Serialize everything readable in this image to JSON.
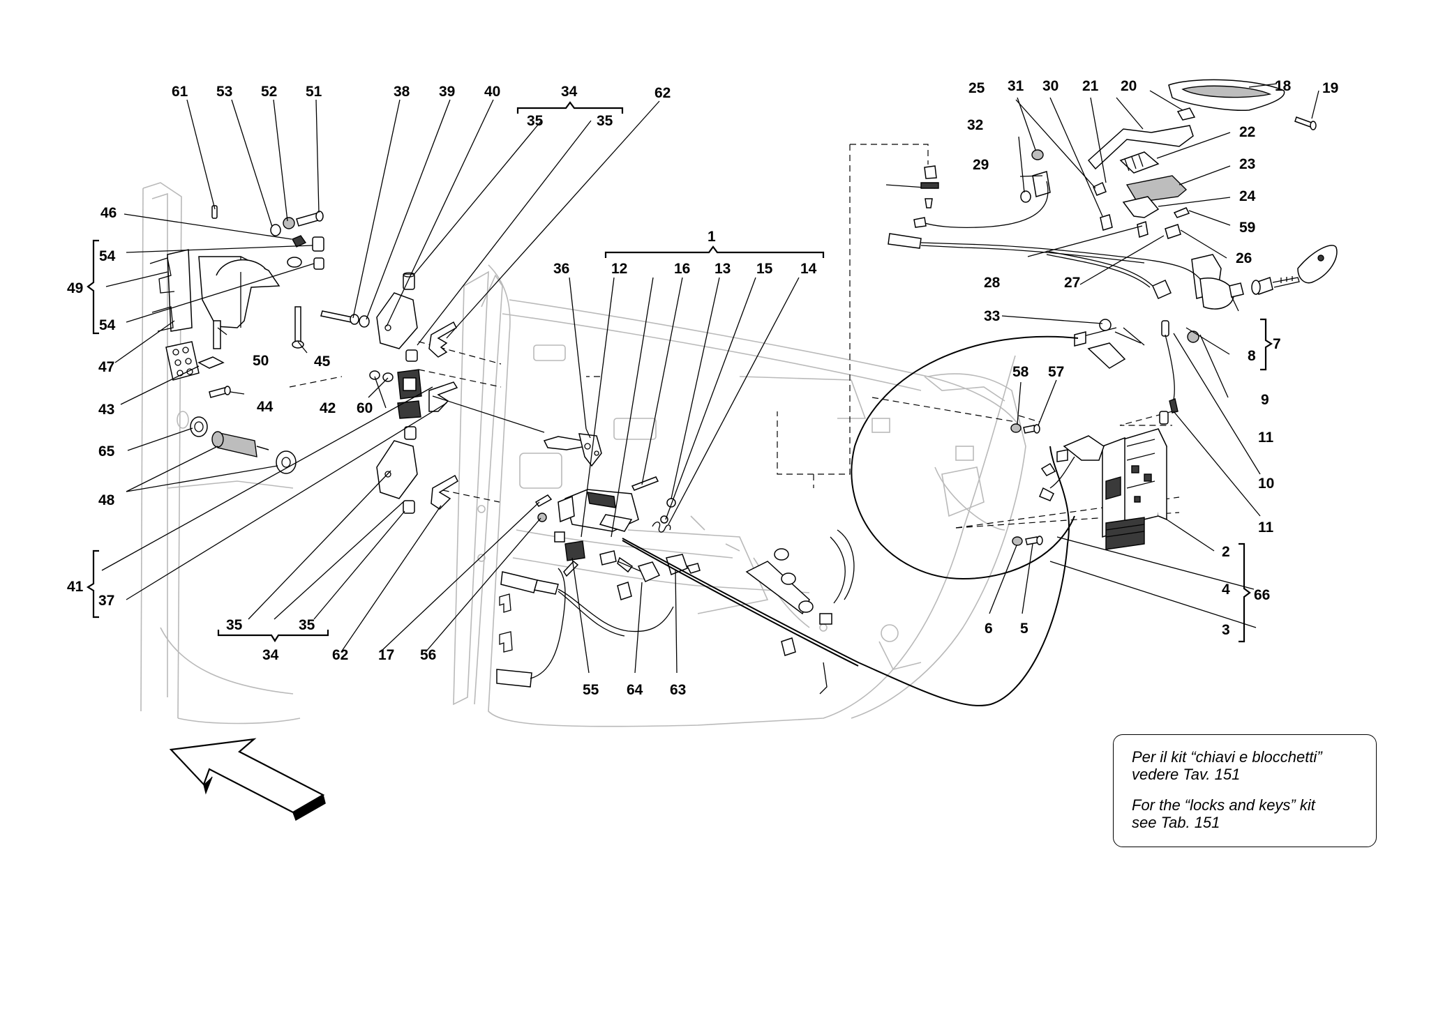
{
  "note": {
    "it_line1": "Per il kit “chiavi e blocchetti”",
    "it_line2": "vedere Tav. 151",
    "en_line1": "For the “locks and keys” kit",
    "en_line2": "see Tab. 151"
  },
  "labels": {
    "l61": "61",
    "l53": "53",
    "l52": "52",
    "l51": "51",
    "l46": "46",
    "l54a": "54",
    "l49": "49",
    "l54b": "54",
    "l47": "47",
    "l50": "50",
    "l45": "45",
    "l43": "43",
    "l44": "44",
    "l65": "65",
    "l48": "48",
    "l41": "41",
    "l37": "37",
    "l35a": "35",
    "l35b": "35",
    "l34b": "34",
    "l38": "38",
    "l39": "39",
    "l40": "40",
    "l34t": "34",
    "l35c": "35",
    "l35d": "35",
    "l62a": "62",
    "l42": "42",
    "l60": "60",
    "l62b": "62",
    "l17": "17",
    "l56": "56",
    "l36": "36",
    "l12": "12",
    "l16": "16",
    "l13": "13",
    "l15": "15",
    "l14": "14",
    "l1": "1",
    "l55": "55",
    "l64": "64",
    "l63": "63",
    "l25": "25",
    "l31": "31",
    "l30": "30",
    "l21": "21",
    "l20": "20",
    "l18": "18",
    "l19": "19",
    "l32": "32",
    "l29": "29",
    "l22": "22",
    "l23": "23",
    "l24": "24",
    "l59": "59",
    "l26": "26",
    "l28": "28",
    "l27": "27",
    "l33": "33",
    "l7": "7",
    "l8": "8",
    "l9": "9",
    "l11a": "11",
    "l10": "10",
    "l11b": "11",
    "l58": "58",
    "l57": "57",
    "l2": "2",
    "l4": "4",
    "l66": "66",
    "l3": "3",
    "l6": "6",
    "l5": "5"
  }
}
